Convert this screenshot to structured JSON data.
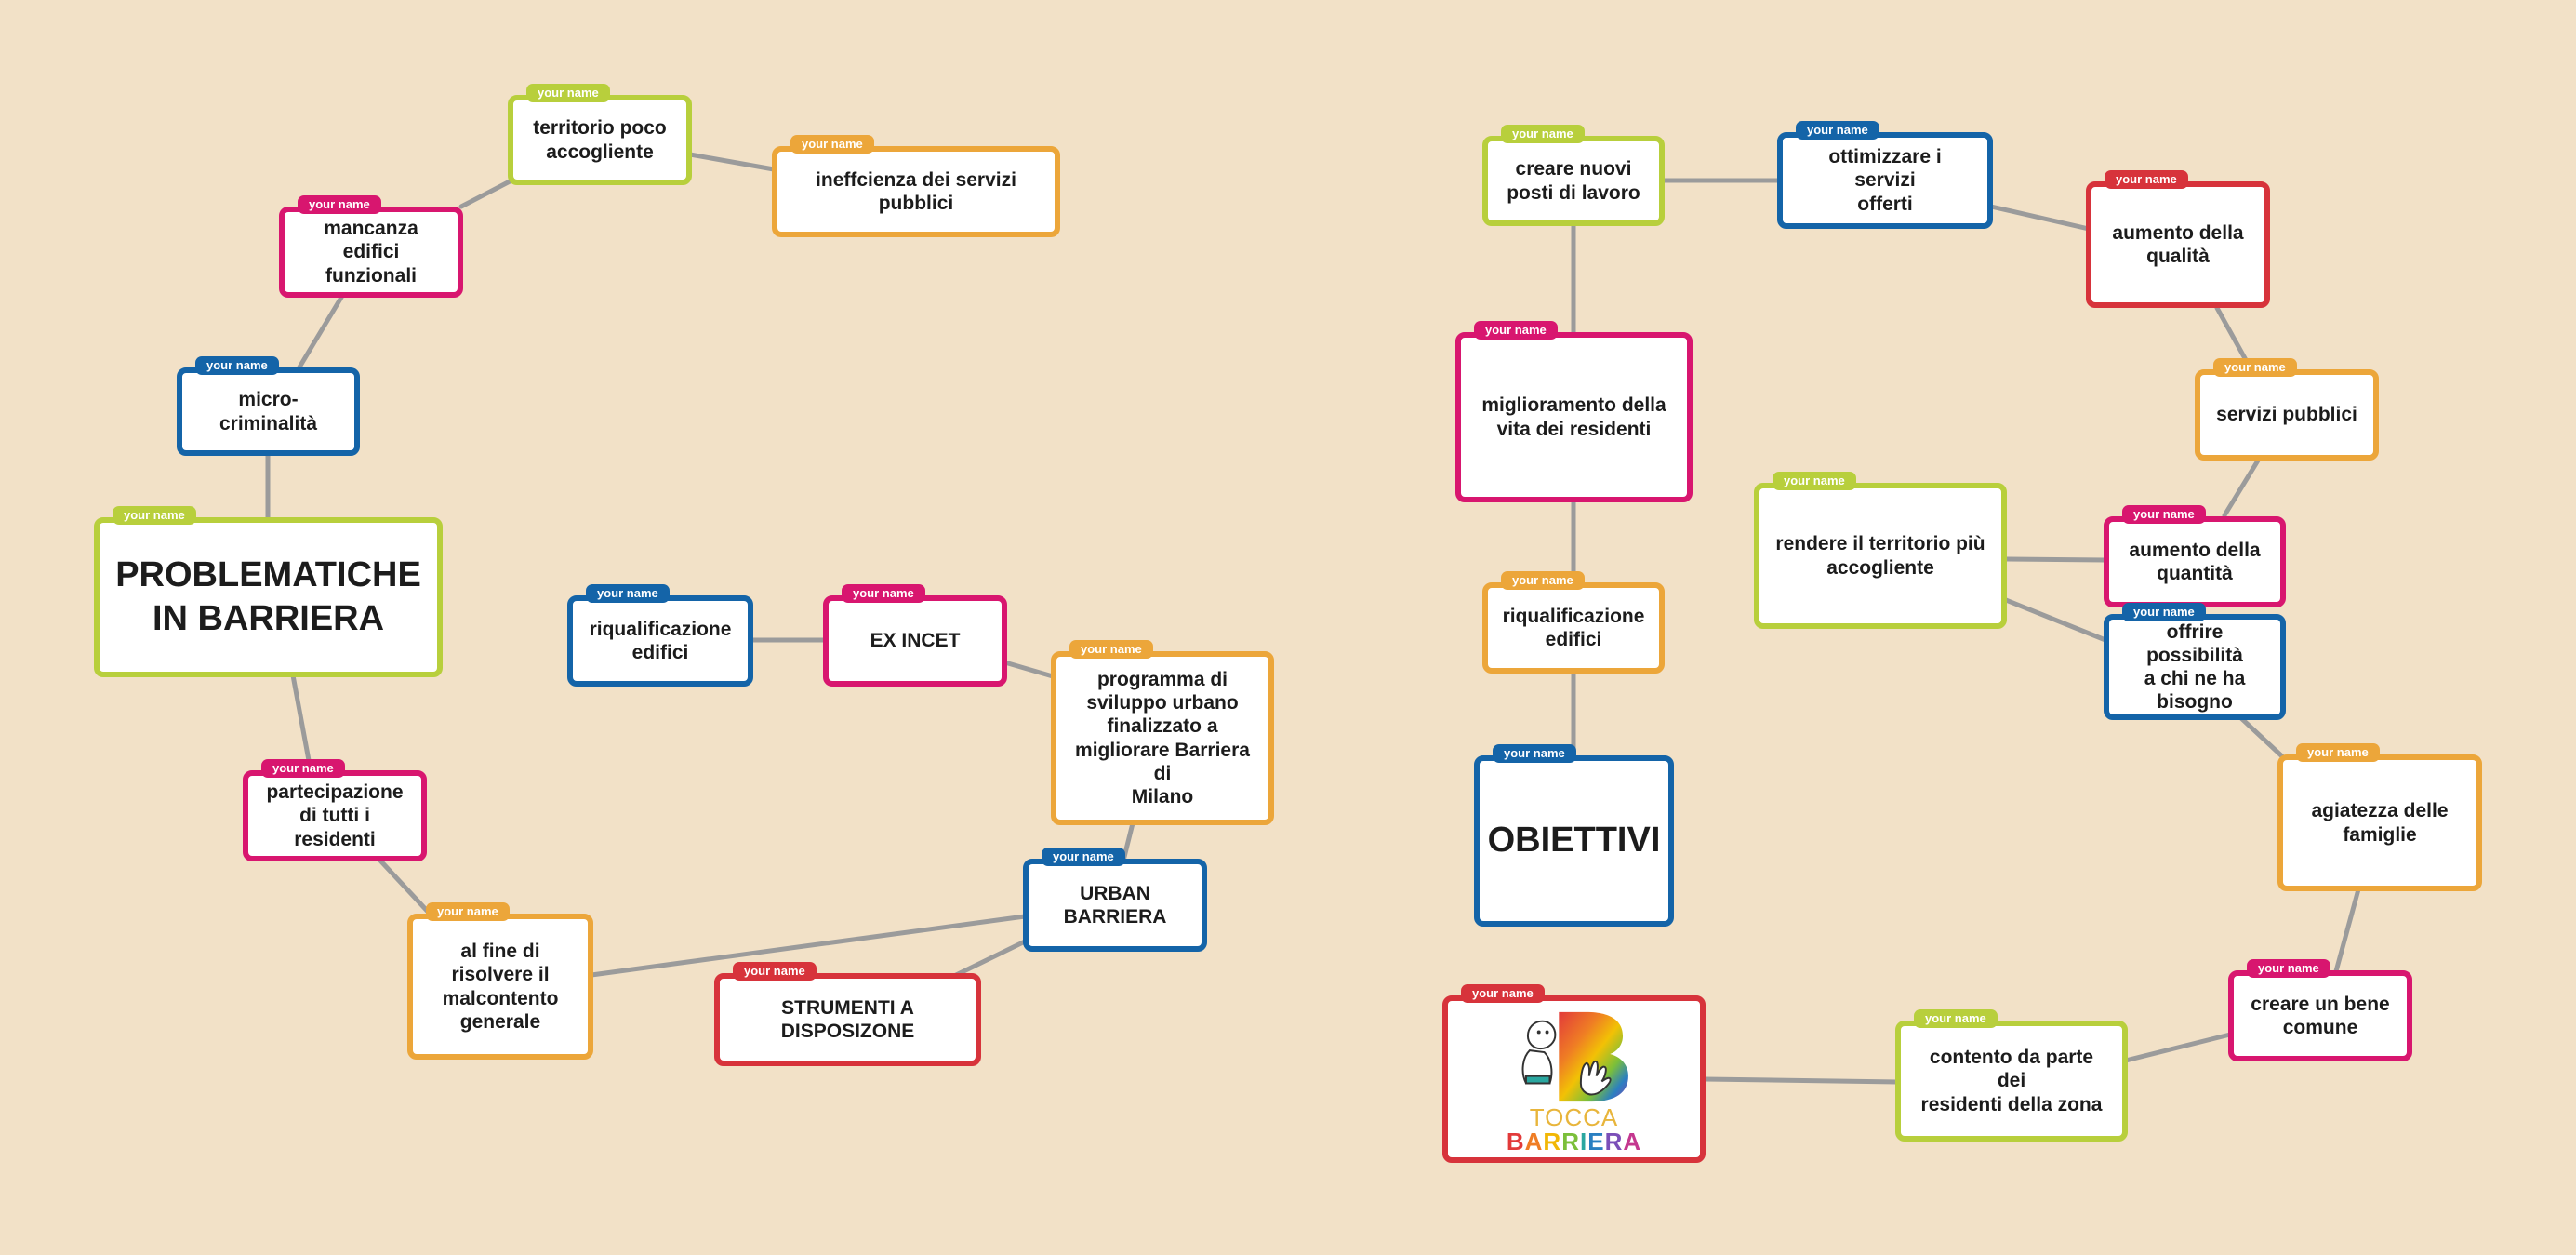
{
  "tag_label": "your name",
  "nodes": {
    "problematiche": "PROBLEMATICHE\nIN BARRIERA",
    "micro": "micro-criminalità",
    "mancanza": "mancanza edifici\nfunzionali",
    "territorio": "territorio poco\naccogliente",
    "ineff": "ineffcienza dei servizi\npubblici",
    "partecipazione": "partecipazione\ndi tutti i residenti",
    "alfine": "al fine di\nrisolvere il\nmalcontento\ngenerale",
    "strumenti": "STRUMENTI A\nDISPOSIZONE",
    "urban": "URBAN\nBARRIERA",
    "programma": "programma di\nsviluppo urbano\nfinalizzato a\nmigliorare Barriera di\nMilano",
    "exincet": "EX INCET",
    "riqual1": "riqualificazione\nedifici",
    "creare_posti": "creare  nuovi\nposti di lavoro",
    "ottimizzare": "ottimizzare i servizi\nofferti",
    "aumento_qualita": "aumento della\nqualità",
    "miglioramento": "miglioramento della\nvita dei residenti",
    "servizi_pubblici": "servizi pubblici",
    "rendere": "rendere il territorio più\naccogliente",
    "aumento_quantita": "aumento della\nquantità",
    "offrire": "offrire possibilità\na chi ne ha\nbisogno",
    "riqual2": "riqualificazione\nedifici",
    "obiettivi": "OBIETTIVI",
    "agiatezza": "agiatezza delle\nfamiglie",
    "bene_comune": "creare un bene\ncomune",
    "contento": "contento da parte dei\nresidenti della zona"
  },
  "logo": {
    "line1": "TOCCA",
    "line2": [
      "B",
      "A",
      "R",
      "R",
      "I",
      "E",
      "R",
      "A"
    ],
    "line2_colors": [
      "#e23a3a",
      "#ef7d24",
      "#f2b705",
      "#7bbf3a",
      "#2aa7a0",
      "#2a7fc1",
      "#7b4fb8",
      "#c4378f"
    ]
  },
  "colors": {
    "background": "#f2e1c7",
    "connector": "#9b9b9b",
    "green": "#b8cf3c",
    "pink": "#d8166f",
    "blue": "#1464a8",
    "orange": "#eca63a",
    "red": "#d7333b"
  }
}
